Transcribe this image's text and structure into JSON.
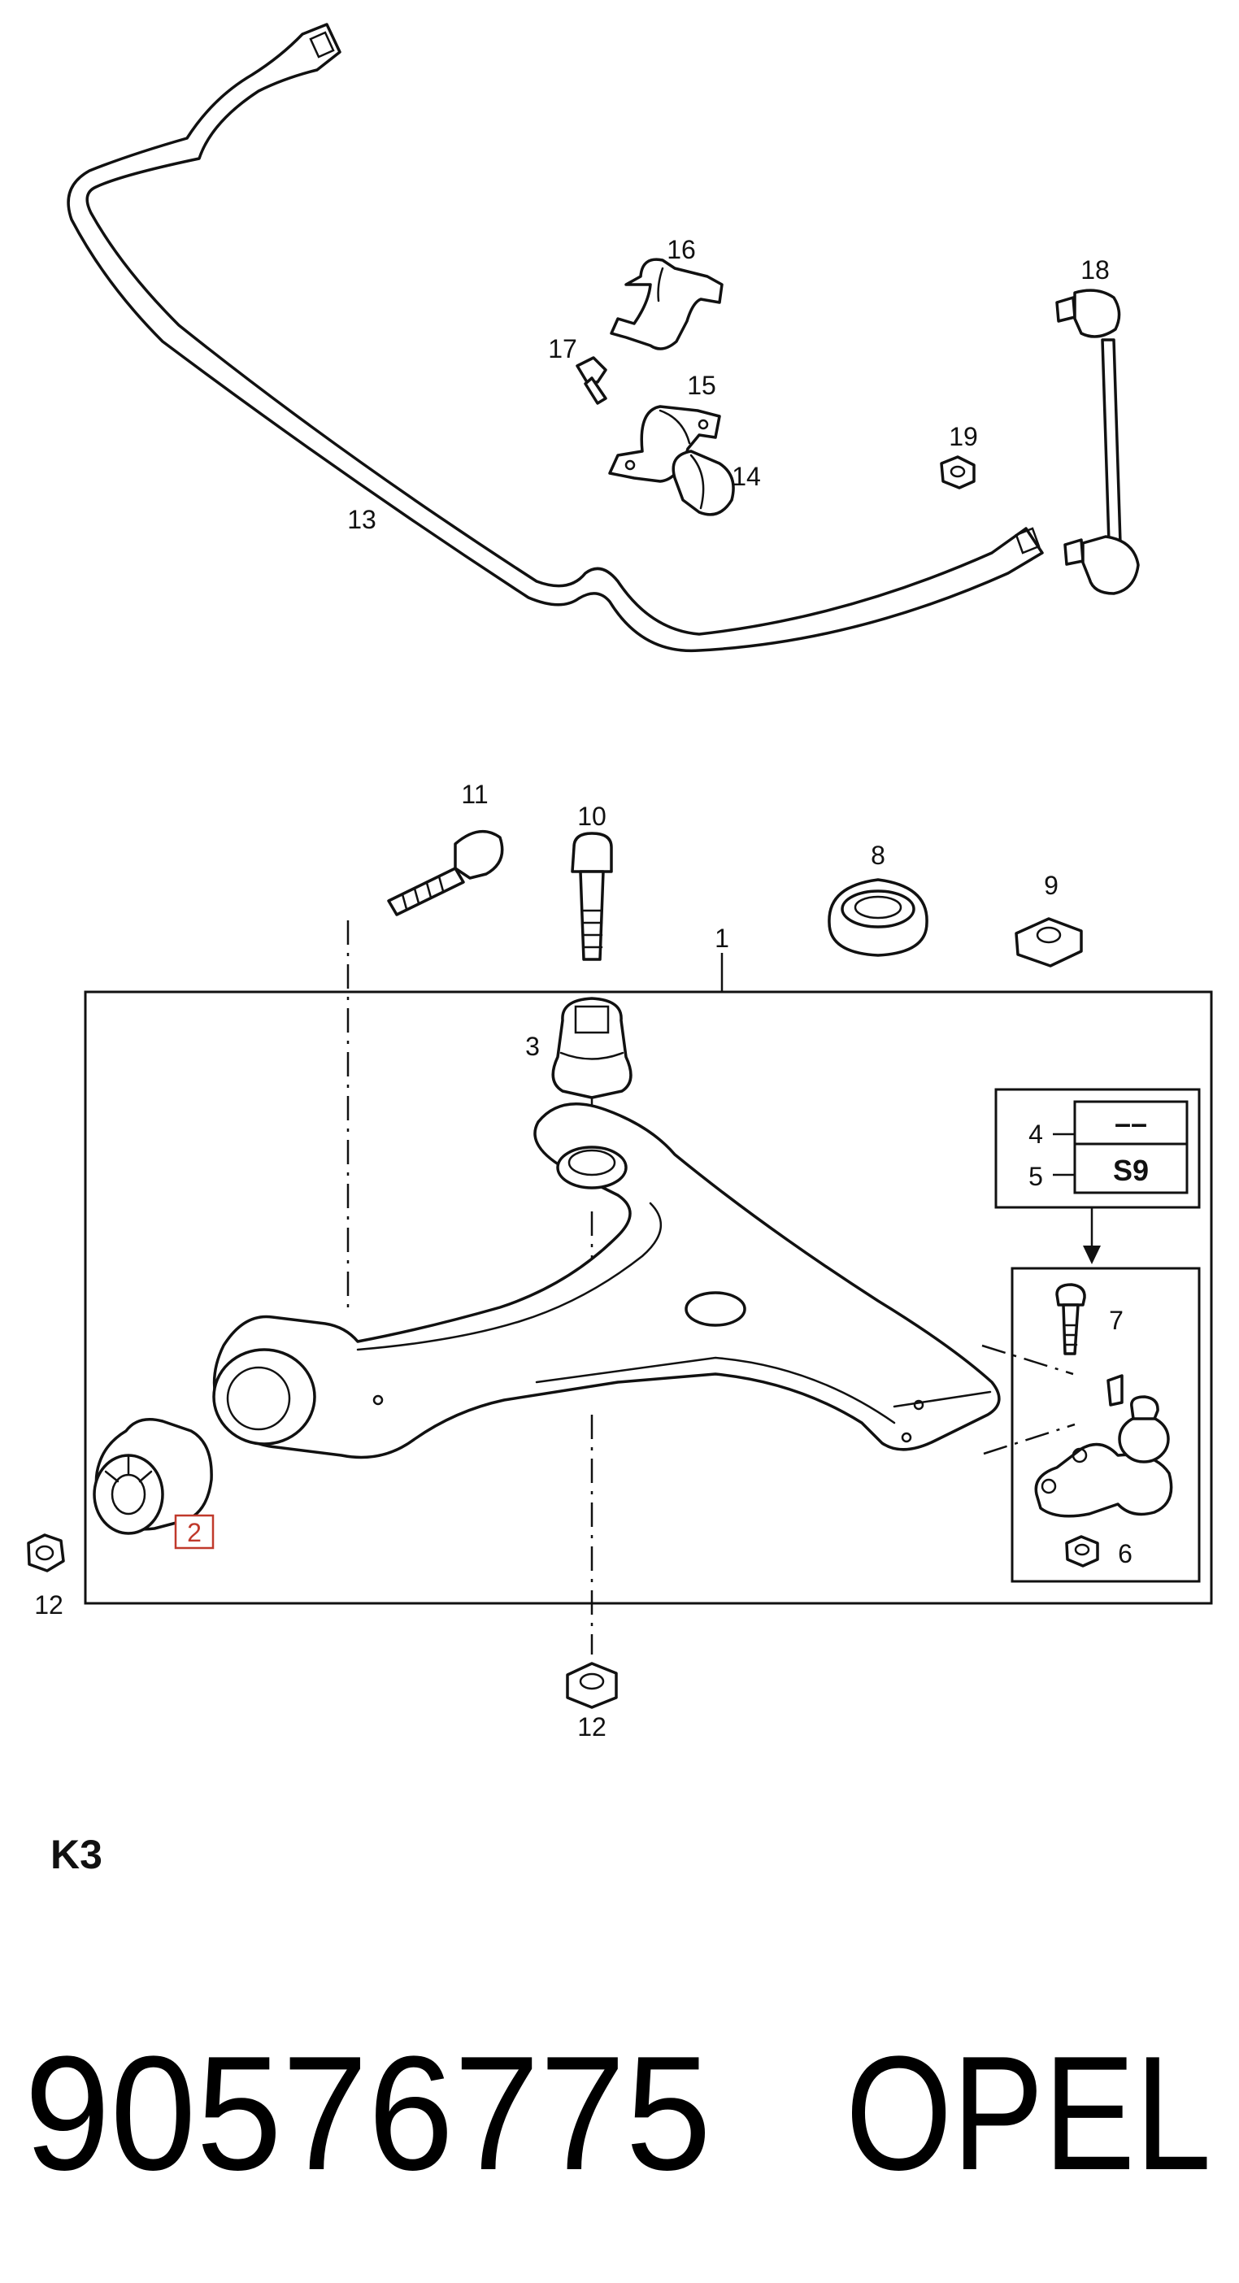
{
  "callouts": {
    "c1": "1",
    "c2": "2",
    "c3": "3",
    "c4": "4",
    "c5": "5",
    "c6": "6",
    "c7": "7",
    "c8": "8",
    "c9": "9",
    "c10": "10",
    "c11": "11",
    "c12a": "12",
    "c12b": "12",
    "c13": "13",
    "c14": "14",
    "c15": "15",
    "c16": "16",
    "c17": "17",
    "c18": "18",
    "c19": "19"
  },
  "variant_table": {
    "row4_value": "––",
    "row5_value": "S9"
  },
  "section_code": "K3",
  "part_number": "90576775",
  "brand": "OPEL"
}
